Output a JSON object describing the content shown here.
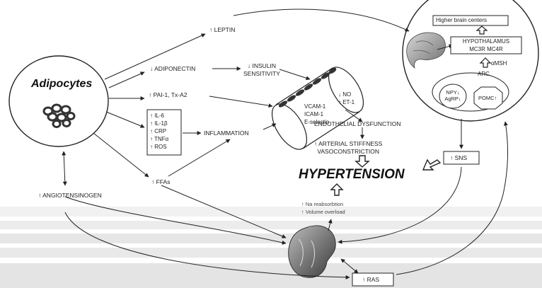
{
  "nodes": {
    "adipocytes": "Adipocytes",
    "leptin": "↑ LEPTIN",
    "adiponectin": "↓ ADIPONECTIN",
    "insulin_sensitivity": [
      "↓ INSULIN",
      "SENSITIVITY"
    ],
    "pai": "↑ PAI-1, Tx-A2",
    "cytokines": [
      "↑ IL-6",
      "↑ IL-1β",
      "↑ CRP",
      "↑ TNFα",
      "↑ ROS"
    ],
    "inflammation": "INFLAMMATION",
    "ffas": "↑ FFAs",
    "angiotensinogen": "↑ ANGIOTENSINOGEN",
    "vessel_markers": [
      "VCAM-1",
      "ICAM-1",
      "E-selectin"
    ],
    "vessel_factors": [
      "↓ NO",
      "↑ ET-1"
    ],
    "endothelial_dysfunction": "ENDOTHELIAL DYSFUNCTION",
    "arterial_stiffness": [
      "↑ ARTERIAL STIFFNESS",
      "VASOCONSTRICTION"
    ],
    "hypertension": "HYPERTENSION",
    "kidney_effects": [
      "↑ Na reabsorbtion",
      "↑ Volume overload"
    ],
    "ras": "↑ RAS",
    "sns": "↑ SNS",
    "brain": {
      "higher_centers": "Higher brain centers",
      "hypothalamus": [
        "HYPOTHALAMUS",
        "MC3R    MC4R"
      ],
      "amsh": "αMSH",
      "arc": "ARC",
      "npy": [
        "NPY↓",
        "AgRP↓"
      ],
      "pomc": "POMC↑"
    }
  }
}
